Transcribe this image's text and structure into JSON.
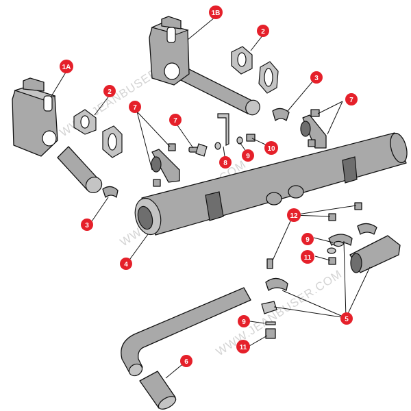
{
  "watermark": "WWW.JEANBUSER.COM",
  "colors": {
    "callout": "#e5202a",
    "part_fill": "#a9a9a9",
    "outline": "#111111"
  },
  "callouts": {
    "c_1a": "1A",
    "c_1b": "1B",
    "c_2a": "2",
    "c_2b": "2",
    "c_3a": "3",
    "c_3b": "3",
    "c_4": "4",
    "c_5": "5",
    "c_6": "6",
    "c_7a": "7",
    "c_7b": "7",
    "c_7c": "7",
    "c_8": "8",
    "c_9a": "9",
    "c_9b": "9",
    "c_9c": "9",
    "c_10": "10",
    "c_11a": "11",
    "c_11b": "11",
    "c_12": "12"
  }
}
